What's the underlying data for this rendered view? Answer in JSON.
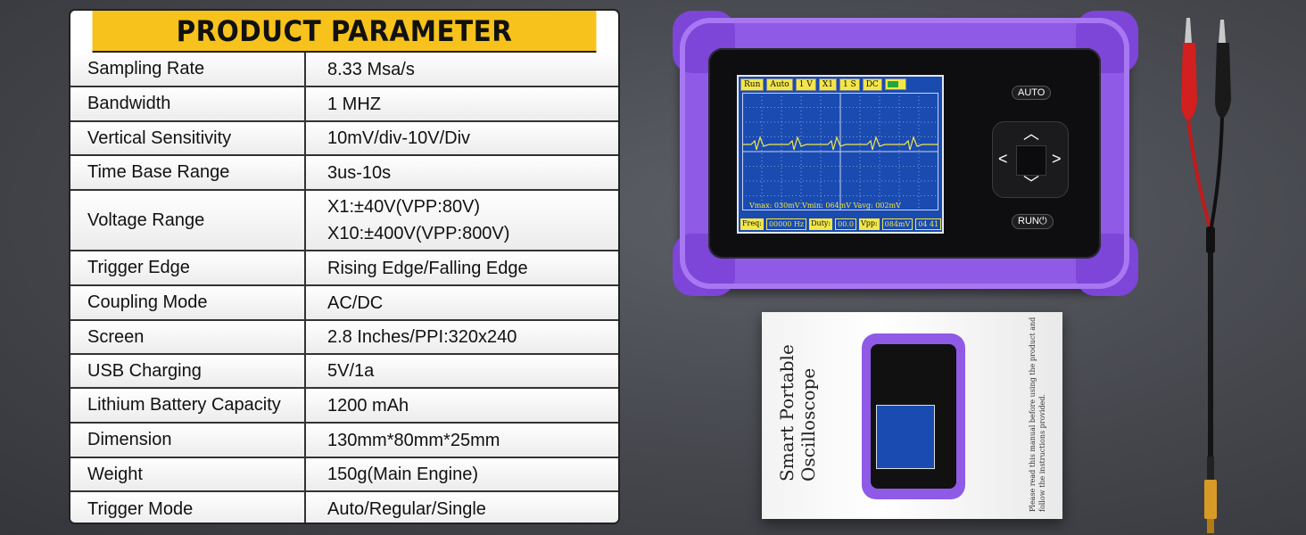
{
  "spec_table": {
    "title": "PRODUCT PARAMETER",
    "rows": [
      {
        "name": "Sampling Rate",
        "value": [
          "8.33 Msa/s"
        ]
      },
      {
        "name": "Bandwidth",
        "value": [
          "1 MHZ"
        ]
      },
      {
        "name": "Vertical Sensitivity",
        "value": [
          "10mV/div-10V/Div"
        ]
      },
      {
        "name": "Time Base Range",
        "value": [
          "3us-10s"
        ]
      },
      {
        "name": "Voltage Range",
        "value": [
          "X1:±40V(VPP:80V)",
          "X10:±400V(VPP:800V)"
        ]
      },
      {
        "name": "Trigger Edge",
        "value": [
          "Rising Edge/Falling Edge"
        ]
      },
      {
        "name": "Coupling Mode",
        "value": [
          "AC/DC"
        ]
      },
      {
        "name": "Screen",
        "value": [
          "2.8 Inches/PPI:320x240"
        ]
      },
      {
        "name": "USB Charging",
        "value": [
          "5V/1a"
        ]
      },
      {
        "name": "Lithium Battery Capacity",
        "value": [
          "1200 mAh"
        ]
      },
      {
        "name": "Dimension",
        "value": [
          "130mm*80mm*25mm"
        ]
      },
      {
        "name": "Weight",
        "value": [
          "150g(Main Engine)"
        ]
      },
      {
        "name": "Trigger Mode",
        "value": [
          "Auto/Regular/Single"
        ]
      }
    ]
  },
  "device": {
    "auto_label": "AUTO",
    "run_label": "RUN⏻",
    "screen": {
      "top_tags": [
        "Run",
        "Auto",
        "1 V",
        "X1",
        "1 S",
        "DC"
      ],
      "measurements": "Vmax: 030mV  Vmin: 064mV  Vavg: 002mV",
      "freq_label": "Freq:",
      "freq_value": "00000 Hz",
      "duty_label": "Duty:",
      "duty_value": "00.0",
      "vpp_label": "Vpp:",
      "vpp_value": "084mV",
      "time": "04 41"
    }
  },
  "manual": {
    "title_line1": "Smart Portable",
    "title_line2": "Oscilloscope",
    "note": "Please read this manual before using the product and follow the instructions provided."
  },
  "colors": {
    "header_yellow": "#f7c21b",
    "device_purple": "#8f5ae6",
    "screen_blue": "#1a4bb0",
    "trace_yellow": "#f2e64a",
    "probe_red": "#d31f1f"
  }
}
